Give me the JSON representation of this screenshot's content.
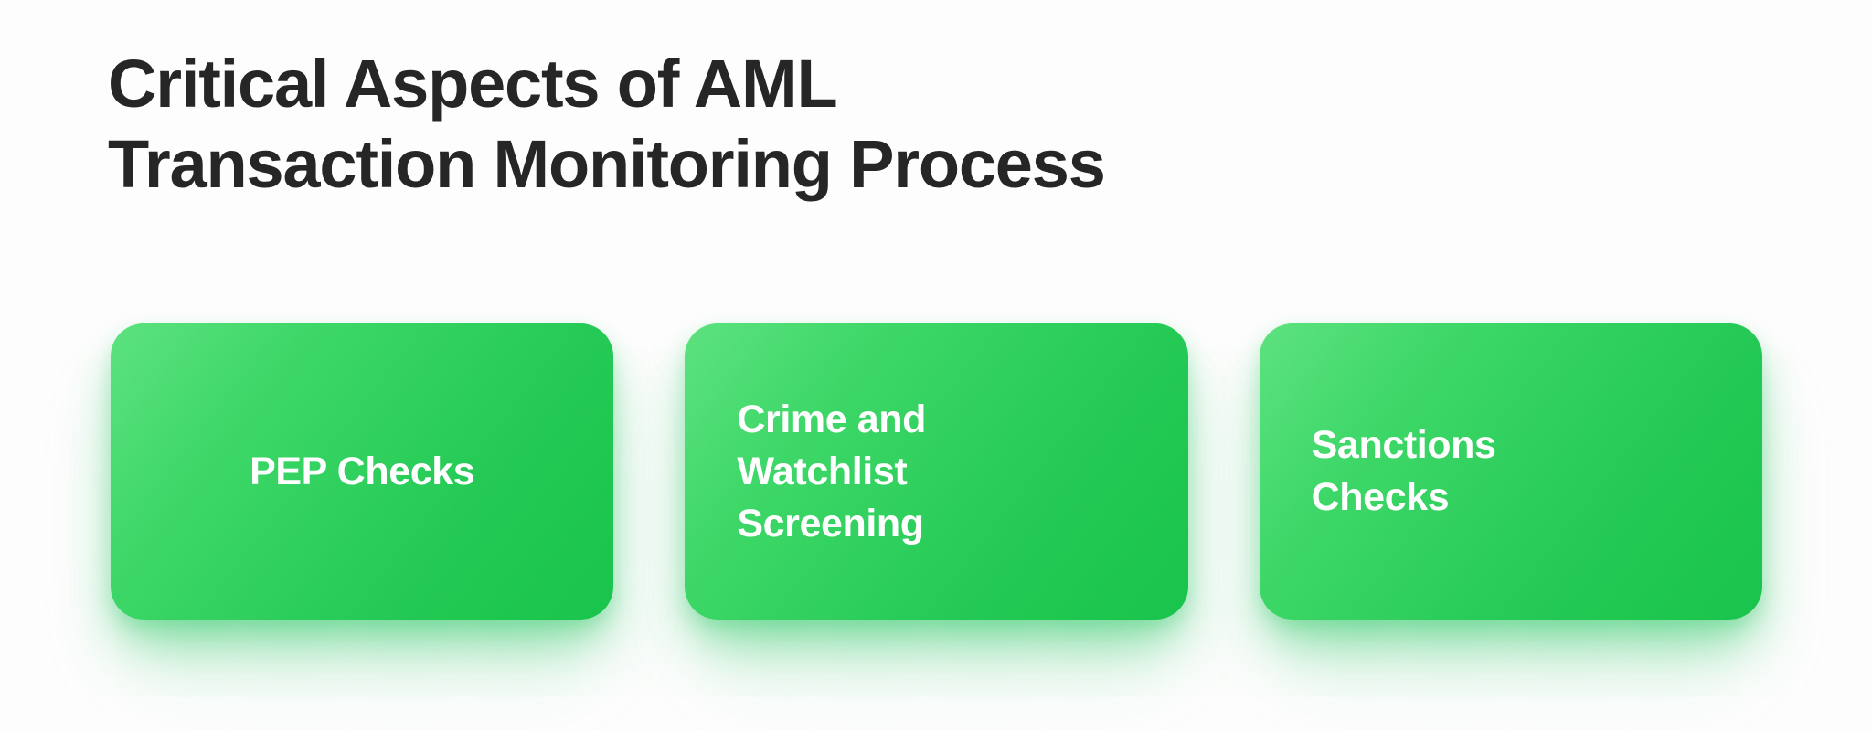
{
  "page": {
    "background_color": "#fdfdfd",
    "title_color": "#262626",
    "accent_color": "#22c55e",
    "card_text_color": "#ffffff"
  },
  "heading": {
    "line1": "Critical Aspects of AML",
    "line2": "Transaction Monitoring Process",
    "full": "Critical Aspects of AML Transaction Monitoring Process"
  },
  "cards": [
    {
      "id": "pep-checks",
      "label": "PEP Checks",
      "align": "center"
    },
    {
      "id": "crime-and-watchlist-screening",
      "label": "Crime and\nWatchlist\nScreening",
      "align": "left"
    },
    {
      "id": "sanctions-checks",
      "label": "Sanctions\nChecks",
      "align": "left"
    }
  ]
}
